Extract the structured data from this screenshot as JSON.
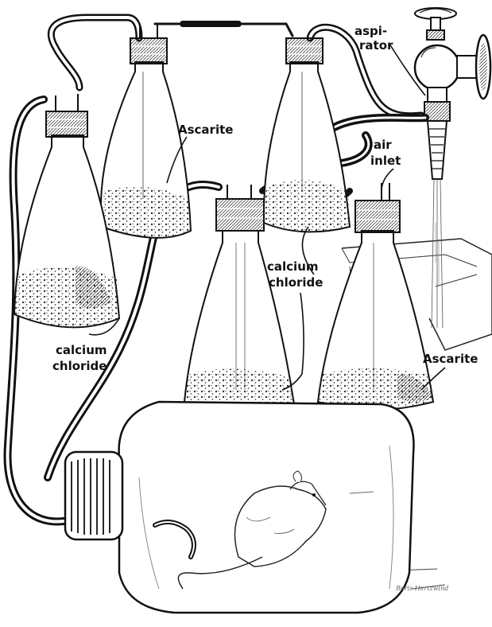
{
  "colors": {
    "ink": "#111111",
    "paper": "#ffffff",
    "shade": "#555555"
  },
  "labels": {
    "aspirator_line1": "aspi-",
    "aspirator_line2": "rator",
    "ascarite_top": "Ascarite",
    "air_inlet_line1": "air",
    "air_inlet_line2": "inlet",
    "calcium_center_line1": "calcium",
    "calcium_center_line2": "chloride",
    "calcium_left_line1": "calcium",
    "calcium_left_line2": "chloride",
    "ascarite_right": "Ascarite"
  },
  "signature": "Boris Hertzwind",
  "icons": {
    "aspirator": "faucet-aspirator-icon",
    "flask": "erlenmeyer-flask-icon",
    "jar": "animal-jar-icon",
    "animal": "rat-icon"
  }
}
